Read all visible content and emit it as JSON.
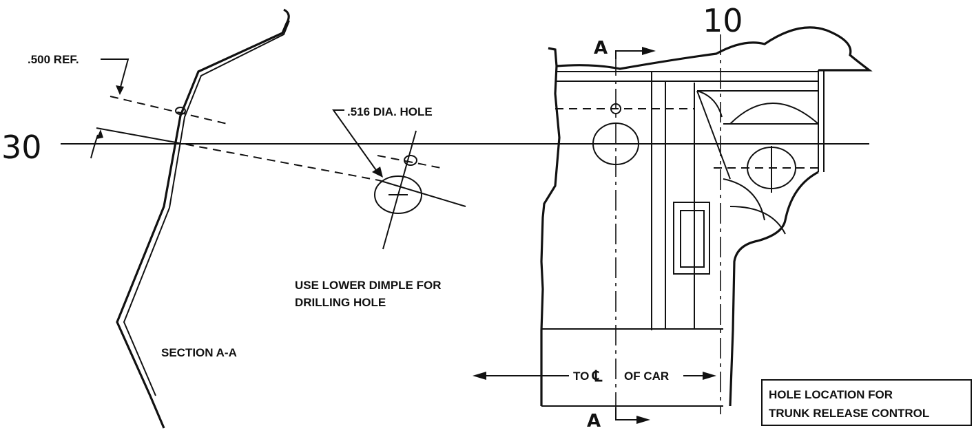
{
  "labels": {
    "ref": ".500 REF.",
    "angle": "30",
    "hole_dia": ".516 DIA.  HOLE",
    "use_lower_1": "USE LOWER DIMPLE FOR",
    "use_lower_2": "DRILLING HOLE",
    "section": "SECTION A-A",
    "section_top": "A",
    "section_bottom": "A",
    "angle_right": "10",
    "to_cl": "TO",
    "of_car": "OF CAR",
    "title_1": "HOLE LOCATION FOR",
    "title_2": "TRUNK RELEASE CONTROL"
  }
}
